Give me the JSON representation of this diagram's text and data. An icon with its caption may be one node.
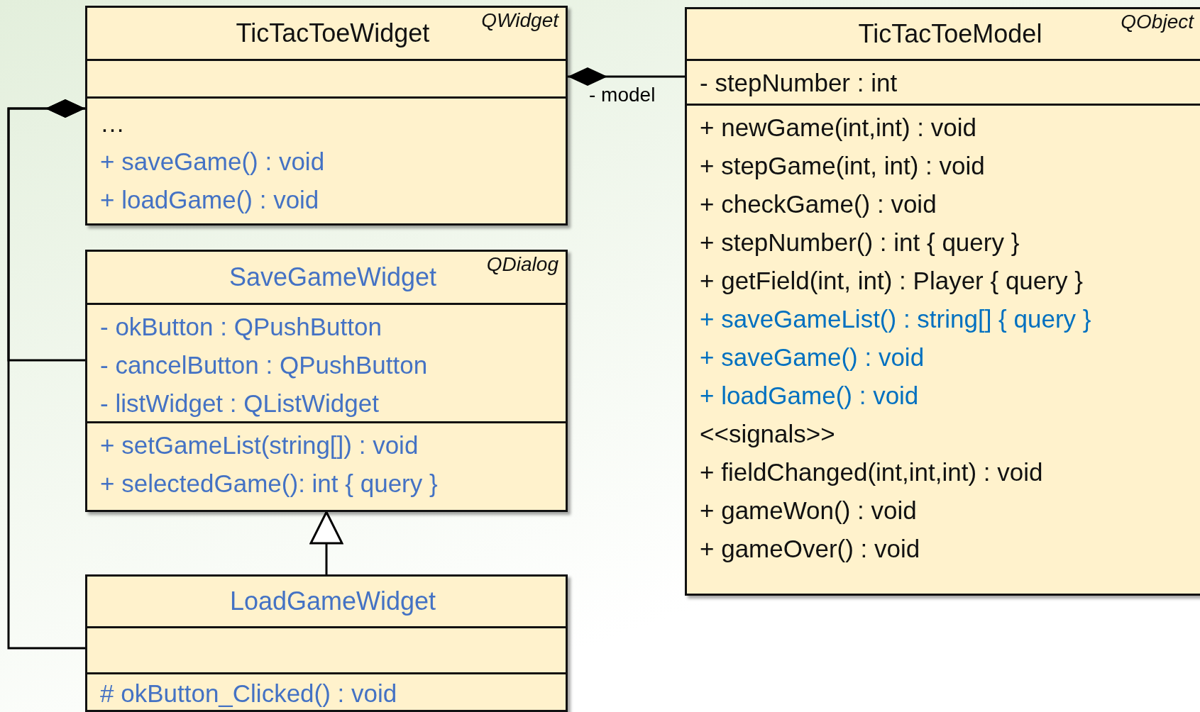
{
  "diagram": {
    "nodes": [
      {
        "text": [
          "TicTacToeWidget",
          "QWidget",
          "…",
          "+ saveGame() : void",
          "+ loadGame() : void"
        ]
      },
      {
        "text": [
          "TicTacToeModel",
          "QObject",
          "- stepNumber : int",
          "+ newGame(int,int) : void",
          "+ stepGame(int, int) : void",
          "+ checkGame() : void",
          "+ stepNumber() : int  { query }",
          "+ getField(int, int) : Player { query }",
          "+ saveGameList() : string[] { query }",
          "+ saveGame() : void",
          "+ loadGame() : void",
          "<<signals>>",
          "+ fieldChanged(int,int,int) : void",
          "+ gameWon() : void",
          "+ gameOver() : void"
        ]
      },
      {
        "text": [
          "SaveGameWidget",
          "QDialog",
          "- okButton : QPushButton",
          "- cancelButton : QPushButton",
          "- listWidget : QListWidget",
          "+ setGameList(string[]) : void",
          "+ selectedGame(): int  { query }"
        ]
      },
      {
        "text": [
          "LoadGameWidget",
          "# okButton_Clicked() : void"
        ]
      }
    ],
    "edges": [
      {
        "from": 0,
        "to": 1,
        "arrow": "other",
        "label": "- model"
      },
      {
        "from": 0,
        "to": 2,
        "arrow": "other"
      },
      {
        "from": 0,
        "to": 3,
        "arrow": "other"
      },
      {
        "from": 3,
        "to": 2,
        "arrow": "to"
      }
    ]
  }
}
